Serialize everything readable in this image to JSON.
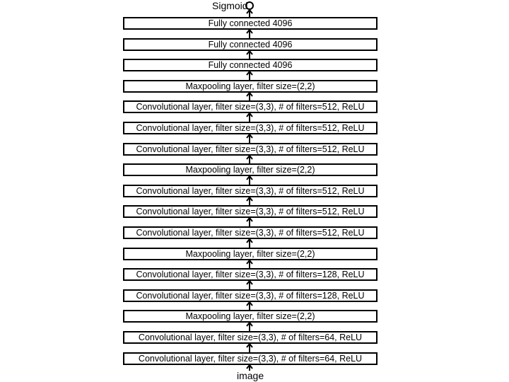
{
  "input_label": "image",
  "output_label": "Sigmoid",
  "layers": [
    "Fully connected 4096",
    "Fully connected 4096",
    "Fully connected 4096",
    "Maxpooling layer, filter size=(2,2)",
    "Convolutional layer, filter size=(3,3), # of filters=512, ReLU",
    "Convolutional layer, filter size=(3,3), # of filters=512, ReLU",
    "Convolutional layer, filter size=(3,3), # of filters=512, ReLU",
    "Maxpooling layer, filter size=(2,2)",
    "Convolutional layer, filter size=(3,3), # of filters=512, ReLU",
    "Convolutional layer, filter size=(3,3), # of filters=512, ReLU",
    "Convolutional layer, filter size=(3,3), # of filters=512, ReLU",
    "Maxpooling layer, filter size=(2,2)",
    "Convolutional layer, filter size=(3,3), # of filters=128, ReLU",
    "Convolutional layer, filter size=(3,3), # of filters=128, ReLU",
    "Maxpooling layer, filter size=(2,2)",
    "Convolutional layer, filter size=(3,3), # of filters=64, ReLU",
    "Convolutional layer, filter size=(3,3), # of filters=64, ReLU"
  ],
  "colors": {
    "stroke": "#000000",
    "background": "#ffffff"
  }
}
